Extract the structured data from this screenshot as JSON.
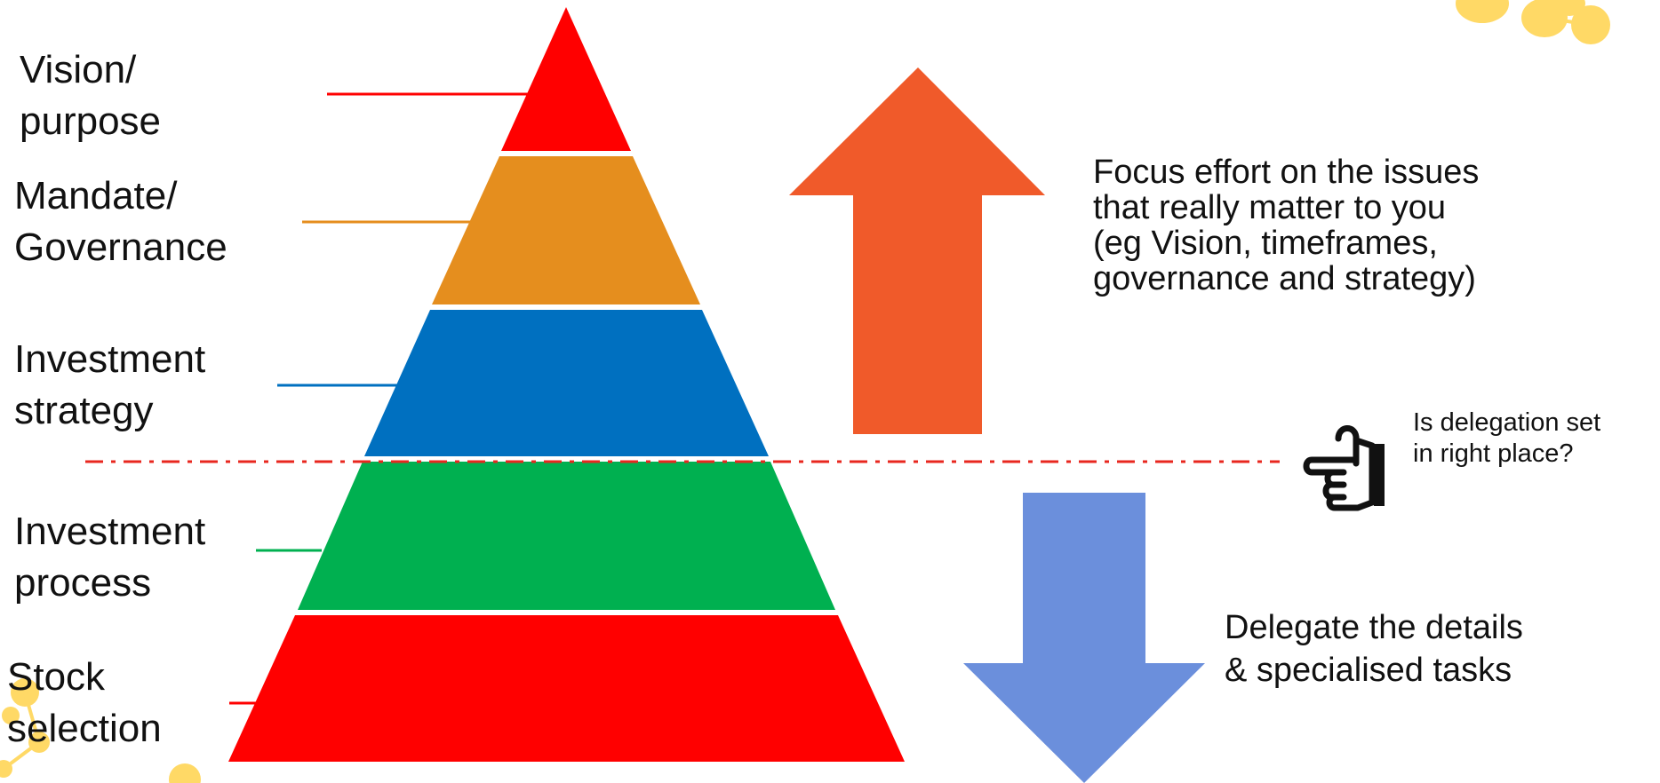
{
  "colors": {
    "tier_vision": "#ff0000",
    "tier_mandate": "#e58e1e",
    "tier_strategy": "#0070c0",
    "tier_process": "#00b050",
    "tier_stock": "#ff0000",
    "arrow_up": "#f05a2a",
    "arrow_down": "#6b8fdc",
    "delegation_line": "#e8271f",
    "decoration": "#ffd966"
  },
  "icons": {
    "pointing_hand": "pointing-hand-icon",
    "decoration": "yellow-dots-decoration"
  },
  "tiers": [
    {
      "line1": "Vision/",
      "line2": "purpose"
    },
    {
      "line1": "Mandate/",
      "line2": "Governance"
    },
    {
      "line1": "Investment",
      "line2": "strategy"
    },
    {
      "line1": "Investment",
      "line2": "process"
    },
    {
      "line1": "Stock",
      "line2": "selection"
    }
  ],
  "notes": {
    "focus": {
      "line1": "Focus effort on the issues",
      "line2": "that really matter to you",
      "line3": "(eg Vision, timeframes,",
      "line4": "governance and strategy)"
    },
    "delegate": {
      "line1": "Delegate the details",
      "line2": "& specialised tasks"
    },
    "question": {
      "line1": "Is delegation set",
      "line2": "in right place?"
    }
  }
}
